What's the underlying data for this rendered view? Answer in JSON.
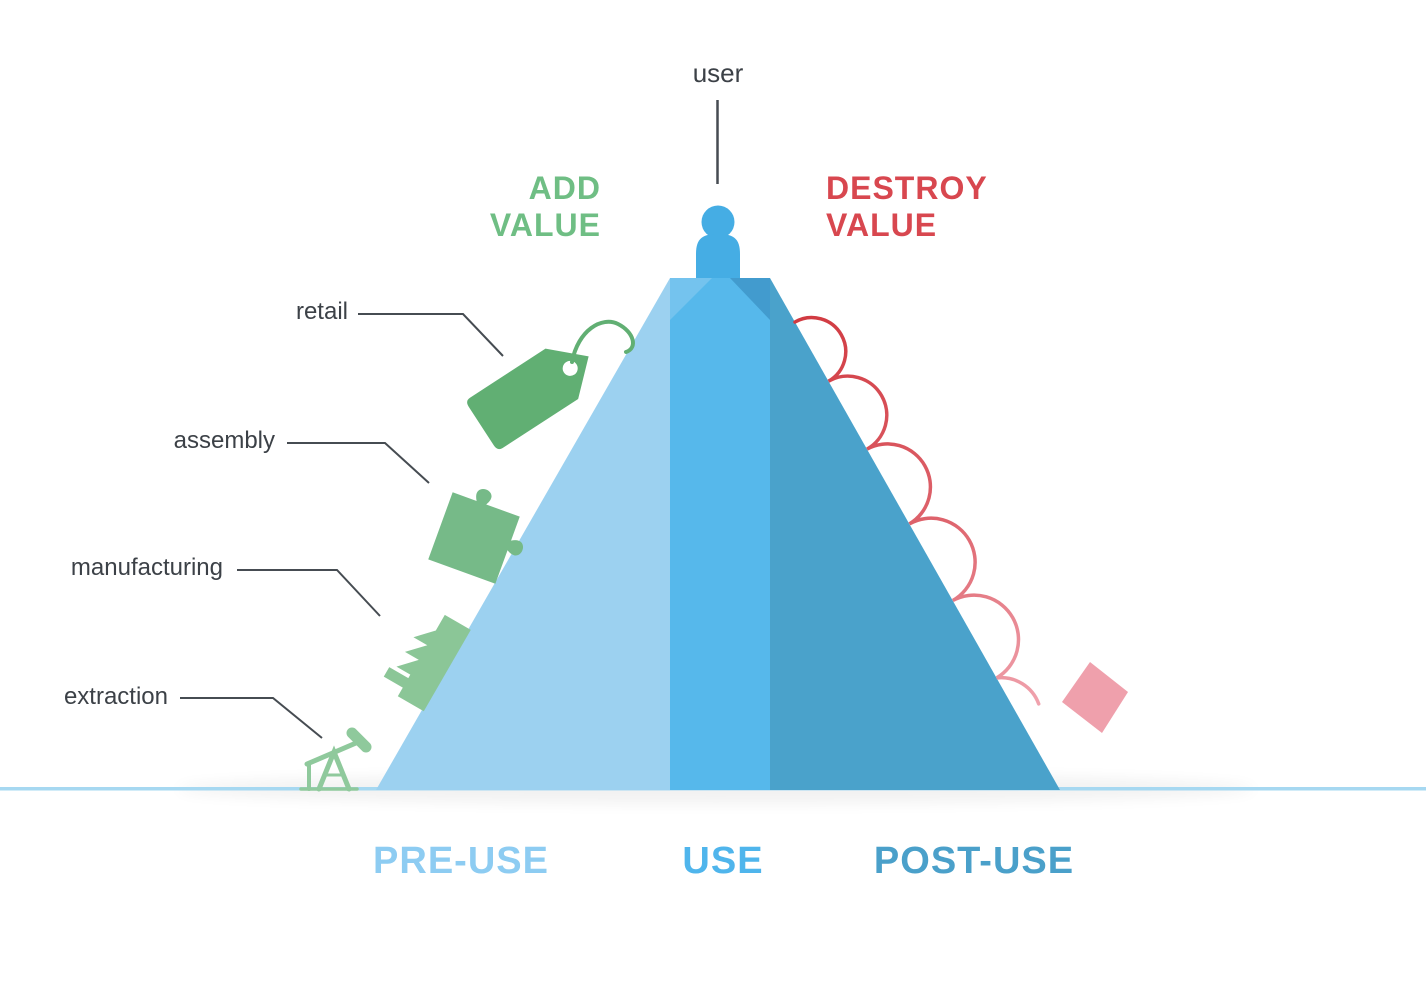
{
  "top_label": "user",
  "add_value": {
    "line1": "ADD",
    "line2": "VALUE"
  },
  "destroy_value": {
    "line1": "DESTROY",
    "line2": "VALUE"
  },
  "stages": [
    {
      "label": "retail",
      "icon": "price-tag-icon"
    },
    {
      "label": "assembly",
      "icon": "puzzle-piece-icon"
    },
    {
      "label": "manufacturing",
      "icon": "factory-icon"
    },
    {
      "label": "extraction",
      "icon": "oil-pump-icon"
    }
  ],
  "phases": [
    {
      "label": "PRE-USE"
    },
    {
      "label": "USE"
    },
    {
      "label": "POST-USE"
    }
  ],
  "colors": {
    "left_face": "#9CD1F0",
    "column": "#56B8EB",
    "right_face": "#4AA2CB",
    "bevel_left": "#74C3EE",
    "bevel_right": "#429BCE",
    "person": "#45ADE4",
    "ground_line": "#A6D8F1",
    "green_text": "#6FBE84",
    "green_tag": "#61AF73",
    "green_puzzle": "#76BA88",
    "green_factory": "#8BC697",
    "green_pump": "#8FC99C",
    "red_text": "#D8474F",
    "arc_start": "#D13A41",
    "arc_mid": "#DE646D",
    "arc_end": "#F0A3AE",
    "cube_pink": "#EFA0AC",
    "label_text": "#3C4147",
    "connector": "#464C52"
  }
}
